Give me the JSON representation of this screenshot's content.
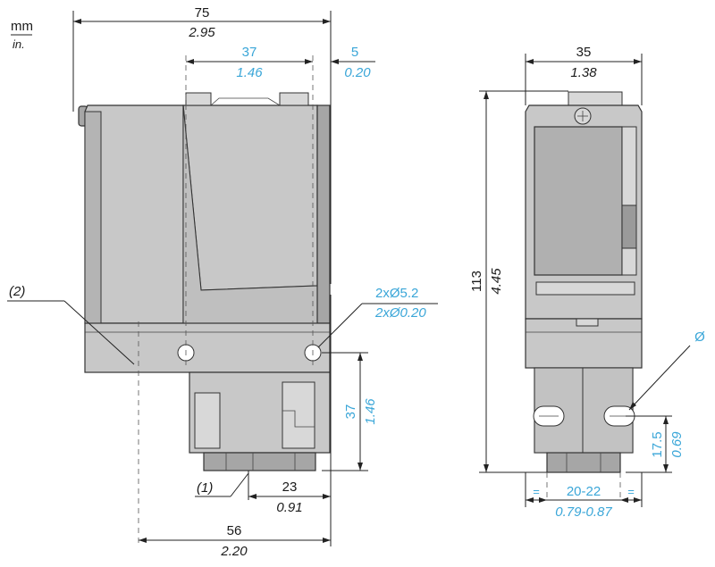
{
  "units": {
    "mm": "mm",
    "inch": "in."
  },
  "dimensions": {
    "width_total": {
      "mm": "75",
      "in": "2.95"
    },
    "hole_spacing": {
      "mm": "37",
      "in": "1.46"
    },
    "offset": {
      "mm": "5",
      "in": "0.20"
    },
    "front_width": {
      "mm": "35",
      "in": "1.38"
    },
    "height": {
      "mm": "113",
      "in": "4.45"
    },
    "hole_diameter": {
      "mm": "2xØ5.2",
      "in": "2xØ0.20"
    },
    "vertical_37": {
      "mm": "37",
      "in": "1.46"
    },
    "conn_23": {
      "mm": "23",
      "in": "0.91"
    },
    "base_56": {
      "mm": "56",
      "in": "2.20"
    },
    "cable_range": {
      "mm": "20-22",
      "in": "0.79-0.87"
    },
    "eq_marks": "=",
    "cable_height": {
      "mm": "17.5",
      "in": "0.69"
    },
    "diam_symbol": "Ø"
  },
  "callouts": {
    "one": "(1)",
    "two": "(2)"
  },
  "colors": {
    "accent": "#3aa6d8",
    "body": "#c8c8c8",
    "dark": "#a6a6a6",
    "line": "#222222"
  }
}
